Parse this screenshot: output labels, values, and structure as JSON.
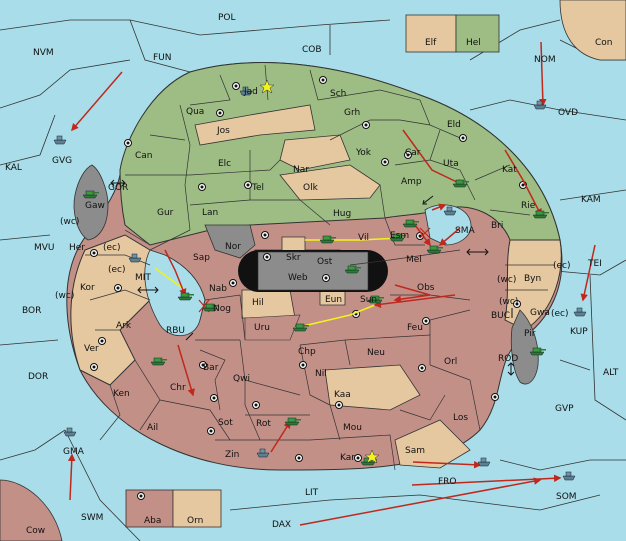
{
  "colors": {
    "sea": "#a8dde9",
    "green": "#9dbd84",
    "tan": "#e5c7a0",
    "red": "#c39088",
    "grey": "#8c8c8c",
    "orders": "#c0281e",
    "support": "#f2f21c",
    "land_outer": "#d8b7a4"
  },
  "map": {
    "sea_labels": [
      "POL",
      "NVM",
      "FUN",
      "COB",
      "NOM",
      "Con",
      "OVD",
      "KAL",
      "GVG",
      "GOR",
      "KAM",
      "MVU",
      "TEI",
      "MIT",
      "SMA",
      "BOR",
      "KUP",
      "RBU",
      "BUC",
      "DOR",
      "ROD",
      "ALT",
      "GVP",
      "GMA",
      "FRO",
      "SOM",
      "LIT",
      "SWM",
      "DAX"
    ],
    "land_labels": [
      "Elf",
      "Hel",
      "Jad",
      "Sch",
      "Qua",
      "Jos",
      "Grh",
      "Eld",
      "Can",
      "Car",
      "Uta",
      "Elc",
      "Nar",
      "Yok",
      "Gaw",
      "Tel",
      "Olk",
      "Amp",
      "Kat",
      "Gur",
      "Lan",
      "Hug",
      "Rie",
      "Her",
      "Nor",
      "Vil",
      "Esm",
      "Bri",
      "Skr",
      "Ost",
      "Mel",
      "Sap",
      "Web",
      "Byn",
      "Kor",
      "Nab",
      "Hil",
      "Eun",
      "Sun",
      "Obs",
      "Gwa",
      "Ark",
      "Nog",
      "Uru",
      "Feu",
      "Pir",
      "Ver",
      "Bar",
      "Chp",
      "Neu",
      "Orl",
      "Qwi",
      "Nil",
      "Ken",
      "Chr",
      "Kaa",
      "Ail",
      "Sot",
      "Rot",
      "Mou",
      "Los",
      "Zin",
      "Kar",
      "Sam",
      "Aba",
      "Orn",
      "Cow"
    ],
    "coast_tags": [
      "(wc)",
      "(ec)",
      "(ec)",
      "(wc)",
      "(wc)",
      "(ec)",
      "(wc)",
      "(ec)"
    ]
  }
}
